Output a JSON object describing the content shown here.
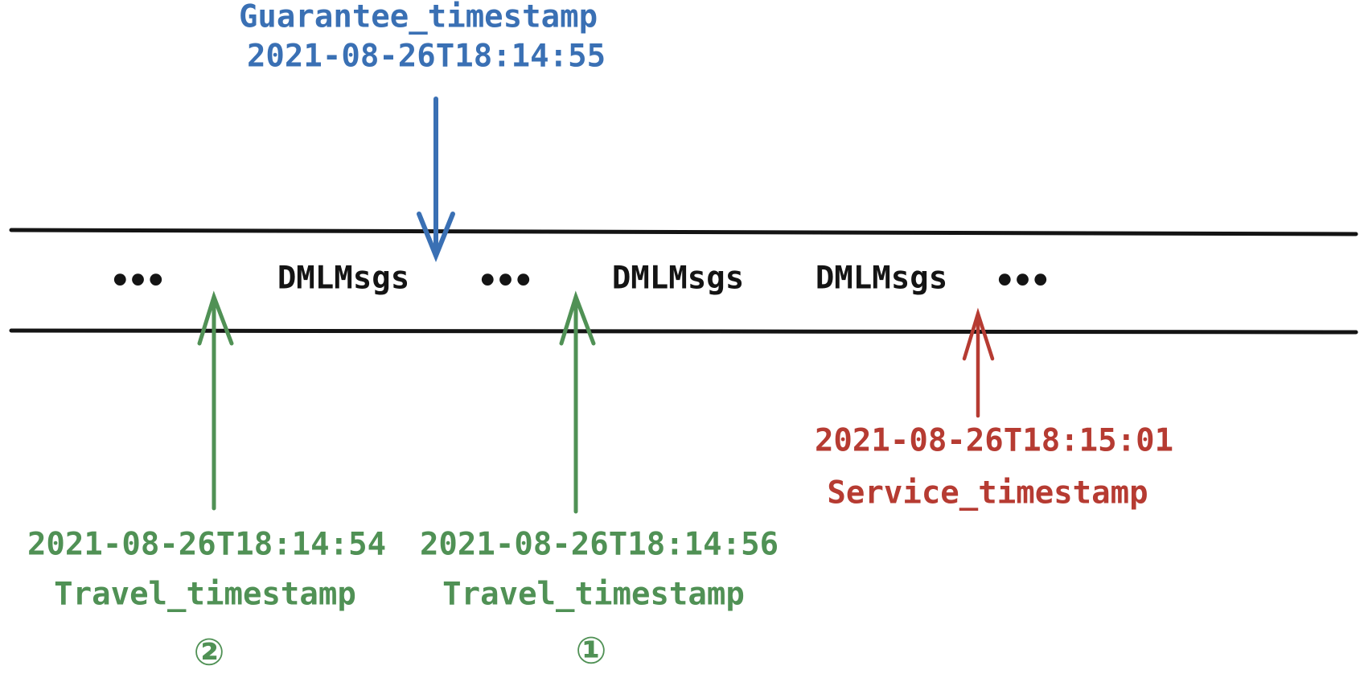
{
  "colors": {
    "blue": "#3a70b4",
    "green": "#509155",
    "red": "#b63b32",
    "ink": "#141414",
    "background": "#ffffff"
  },
  "guarantee_label": {
    "title": "Guarantee_timestamp",
    "timestamp": "2021-08-26T18:14:55"
  },
  "band": {
    "items": [
      "•••",
      "DMLMsgs",
      "•••",
      "DMLMsgs",
      "DMLMsgs",
      "•••"
    ]
  },
  "travel_labels": [
    {
      "timestamp": "2021-08-26T18:14:54",
      "title": "Travel_timestamp",
      "marker": "②"
    },
    {
      "timestamp": "2021-08-26T18:14:56",
      "title": "Travel_timestamp",
      "marker": "①"
    }
  ],
  "service_label": {
    "timestamp": "2021-08-26T18:15:01",
    "title": "Service_timestamp"
  }
}
